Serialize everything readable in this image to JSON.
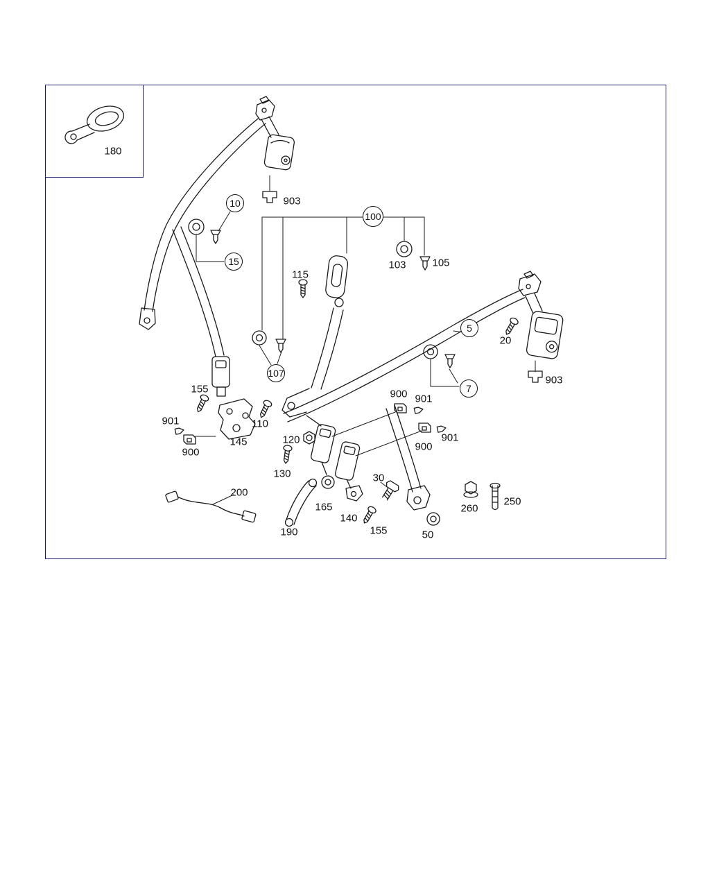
{
  "page": {
    "background": "#ffffff",
    "frame_color": "#1b1b6b",
    "line_color": "#1a1a1a"
  },
  "callouts": {
    "c10": "10",
    "c15": "15",
    "c100": "100",
    "c107": "107",
    "c5": "5",
    "c7": "7"
  },
  "labels": {
    "l180": "180",
    "l903a": "903",
    "l103": "103",
    "l105": "105",
    "l115": "115",
    "l20": "20",
    "l903b": "903",
    "l155a": "155",
    "l901a": "901",
    "l900a": "900",
    "l110": "110",
    "l145": "145",
    "l120": "120",
    "l130": "130",
    "l200": "200",
    "l900b": "900",
    "l901b": "901",
    "l900c": "900",
    "l901c": "901",
    "l30": "30",
    "l165": "165",
    "l140": "140",
    "l155b": "155",
    "l190": "190",
    "l50": "50",
    "l260": "260",
    "l250": "250"
  }
}
